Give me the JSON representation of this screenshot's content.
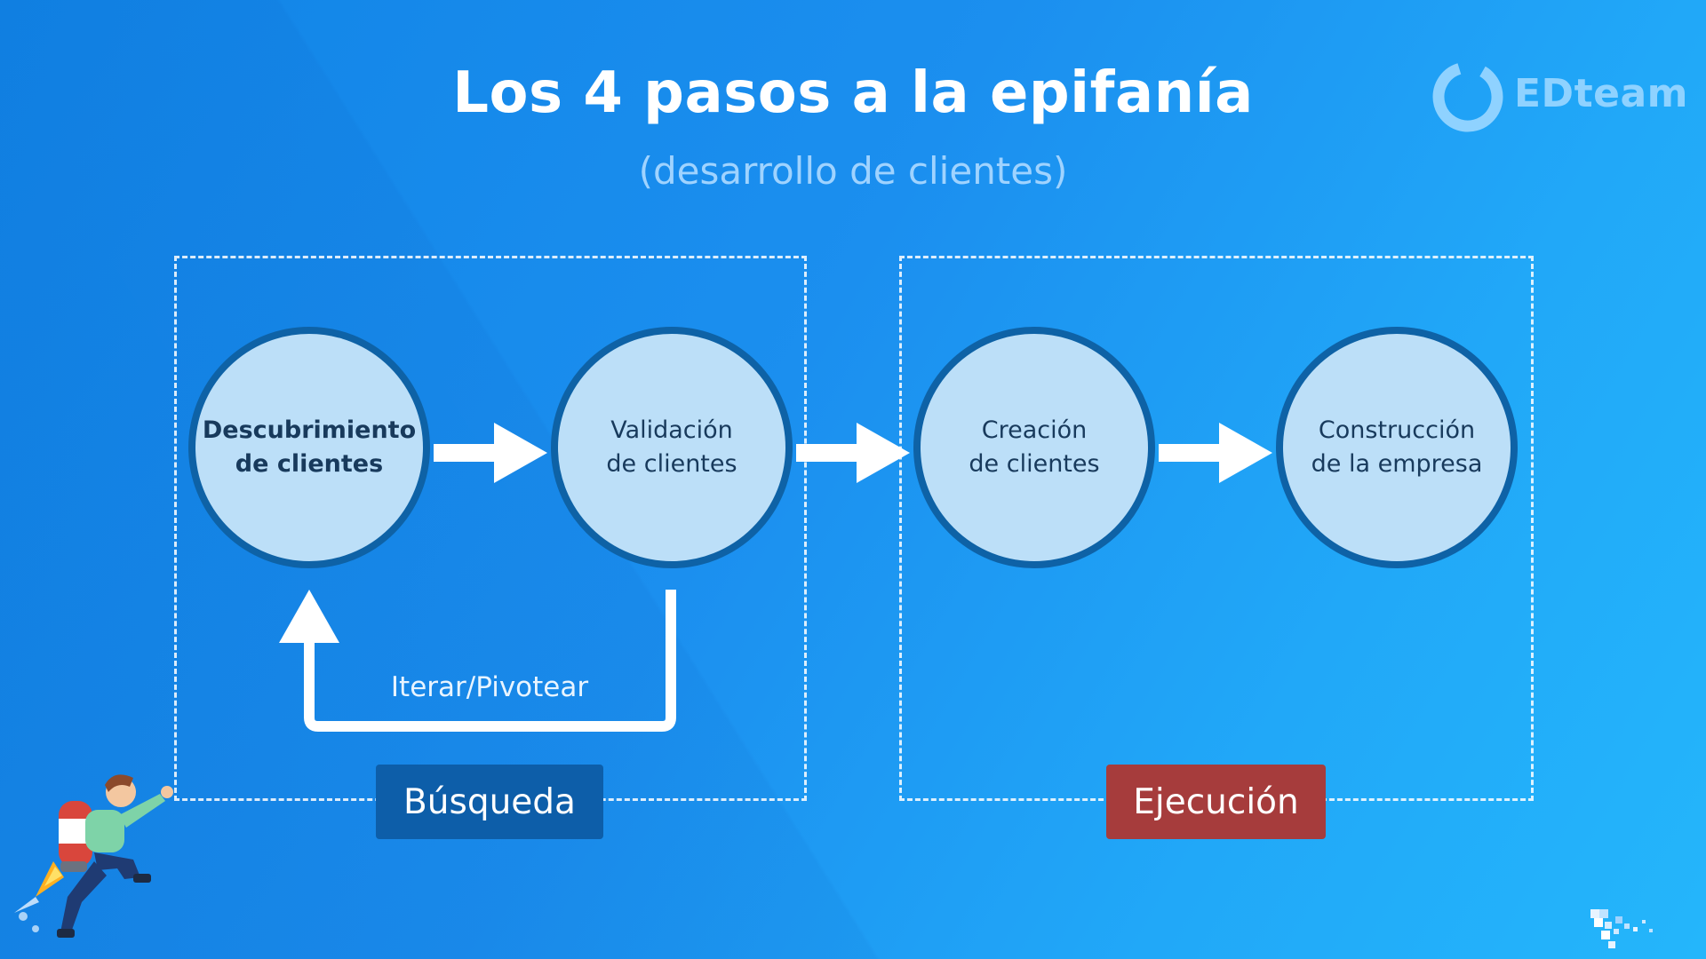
{
  "title": "Los 4 pasos a la epifanía",
  "subtitle": "(desarrollo de clientes)",
  "logo": {
    "text": "EDteam",
    "color": "#8fd2ff"
  },
  "steps": [
    {
      "line1": "Descubrimiento",
      "line2": "de clientes",
      "bold": true
    },
    {
      "line1": "Validación",
      "line2": "de clientes",
      "bold": false
    },
    {
      "line1": "Creación",
      "line2": "de clientes",
      "bold": false
    },
    {
      "line1": "Construcción",
      "line2": "de la empresa",
      "bold": false
    }
  ],
  "loop_label": "Iterar/Pivotear",
  "phases": [
    {
      "label": "Búsqueda",
      "color": "#0d5ea9"
    },
    {
      "label": "Ejecución",
      "color": "#a63c3c"
    }
  ],
  "colors": {
    "background": "#1b8fef",
    "circle_fill": "#bcdff8",
    "circle_border": "#0e62a6",
    "arrow": "#ffffff"
  }
}
